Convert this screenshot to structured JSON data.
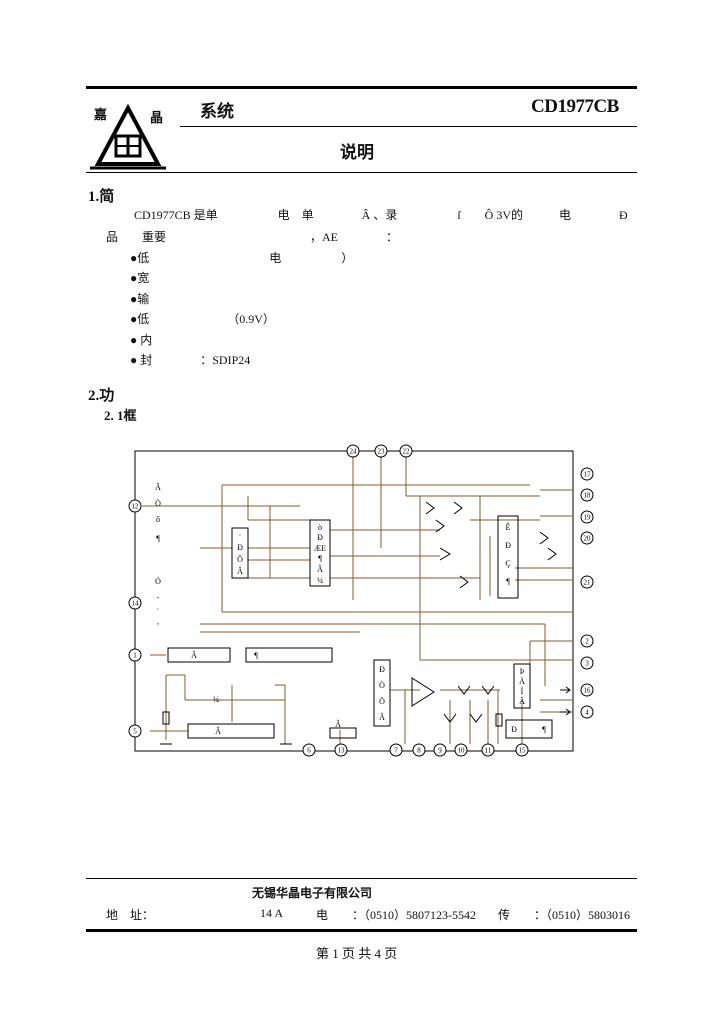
{
  "header": {
    "logo_chars": [
      "嘉",
      "晶"
    ],
    "title": "系统",
    "part_number": "CD1977CB",
    "subtitle": "说明"
  },
  "section1": {
    "heading": "1.简",
    "para_line1": "CD1977CB 是单　　　　　电　单　　　　Â 、录　　　　　ſ　　Ô 3V的　　　电　　　　Ð",
    "para_line2": "品　　重要　　　　　　　　　　　　，AE　　　　：",
    "bullets": [
      "●低　　　　　　　　　　电　　　　　）",
      "●宽",
      "●输",
      "●低　　　　　　　（0.9V）",
      "● 内",
      "● 封　　　　：SDIP24"
    ]
  },
  "section2": {
    "heading": "2.功",
    "sub_heading": "2. 1框"
  },
  "diagram": {
    "pins_top": [
      "24",
      "23",
      "22"
    ],
    "pins_left": [
      "12",
      "14",
      "1",
      "5"
    ],
    "pins_right": [
      "17",
      "18",
      "19",
      "20",
      "21",
      "2",
      "3",
      "16",
      "4"
    ],
    "pins_bottom": [
      "6",
      "13",
      "7",
      "8",
      "9",
      "10",
      "11",
      "15"
    ],
    "block_labels": {
      "left_stack_12": [
        "Â",
        "Ò",
        "ő",
        "¶"
      ],
      "left_stack_14": [
        "Ó",
        "-",
        "·",
        ","
      ],
      "vert_block_a": [
        "·",
        "Ð",
        "Ö",
        "Â"
      ],
      "vert_block_b": [
        "ò",
        "Ð",
        "ÆE",
        "¶",
        "Â",
        "¼"
      ],
      "vert_block_c": [
        "Ê",
        "Ð",
        "Ç",
        "¶"
      ],
      "vert_block_d": [
        "Ð",
        "Ò",
        "Ö",
        "Â"
      ],
      "vert_block_e": [
        "Þ",
        "À",
        "Í",
        "Â"
      ],
      "box_pin1_a": "Â",
      "box_pin1_b": "¶",
      "box_mid": "¼",
      "box_pin5": "Â",
      "box_bottom_small": "Â",
      "box_pin15_a": "Ð",
      "box_pin15_b": "¶"
    }
  },
  "footer": {
    "company": "无锡华晶电子有限公司",
    "left_label": "地　址：",
    "addr": "14 A",
    "tel": "电　　：（0510）5807123-5542",
    "fax": "传　　：（0510）5803016",
    "page": "第 1 页 共 4 页"
  }
}
